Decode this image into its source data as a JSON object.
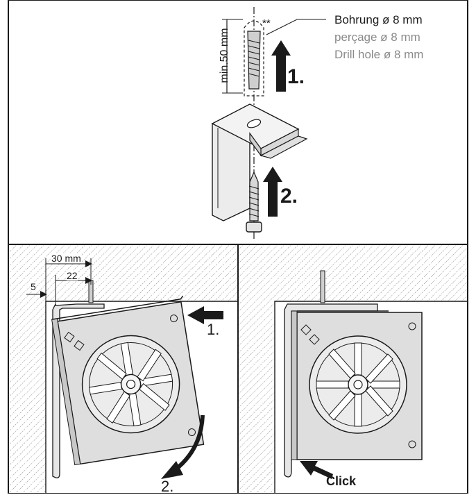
{
  "top_panel": {
    "dim_label": "min.50 mm",
    "double_star": "**",
    "hole_text": [
      "Bohrung ø 8 mm",
      "perçage ø 8 mm",
      "Drill hole ø 8 mm"
    ],
    "step1": "1.",
    "step2": "2."
  },
  "left_panel": {
    "dim_30": "30 mm",
    "dim_22": "22",
    "dim_5": "5",
    "step1": "1.",
    "step2": "2."
  },
  "right_panel": {
    "click_label": "Click"
  },
  "colors": {
    "line": "#1a1a1a",
    "grey_text": "#8a8a8a",
    "part_fill": "#dcdcdc",
    "bracket_fill": "#e6e6e6"
  }
}
